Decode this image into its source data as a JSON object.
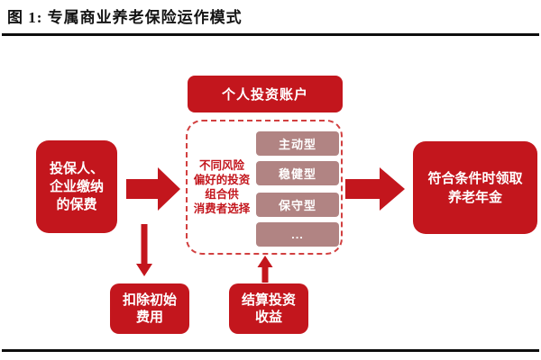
{
  "title": "图 1: 专属商业养老保险运作模式",
  "colors": {
    "primary_red": "#c3161d",
    "muted_rose": "#b18483",
    "dashed_red": "#d24040",
    "title_text": "#141414",
    "rule_black": "#0d0d0d"
  },
  "nodes": {
    "personal_account": {
      "label": "个人投资账户"
    },
    "premium": {
      "lines": [
        "投保人、",
        "企业缴纳",
        "的保费"
      ]
    },
    "portfolio_note": {
      "lines": [
        "不同风险",
        "偏好的投资",
        "组合供",
        "消费者选择"
      ]
    },
    "portfolio_options": [
      {
        "label": "主动型"
      },
      {
        "label": "稳健型"
      },
      {
        "label": "保守型"
      },
      {
        "label": "..."
      }
    ],
    "receive": {
      "lines": [
        "符合条件时领取",
        "养老年金"
      ]
    },
    "deduct": {
      "lines": [
        "扣除初始",
        "费用"
      ]
    },
    "settle": {
      "lines": [
        "结算投资",
        "收益"
      ]
    }
  },
  "arrows": [
    "premium-to-portfolio",
    "portfolio-to-receive",
    "premium-down-to-deduct",
    "settle-up-to-portfolio"
  ]
}
